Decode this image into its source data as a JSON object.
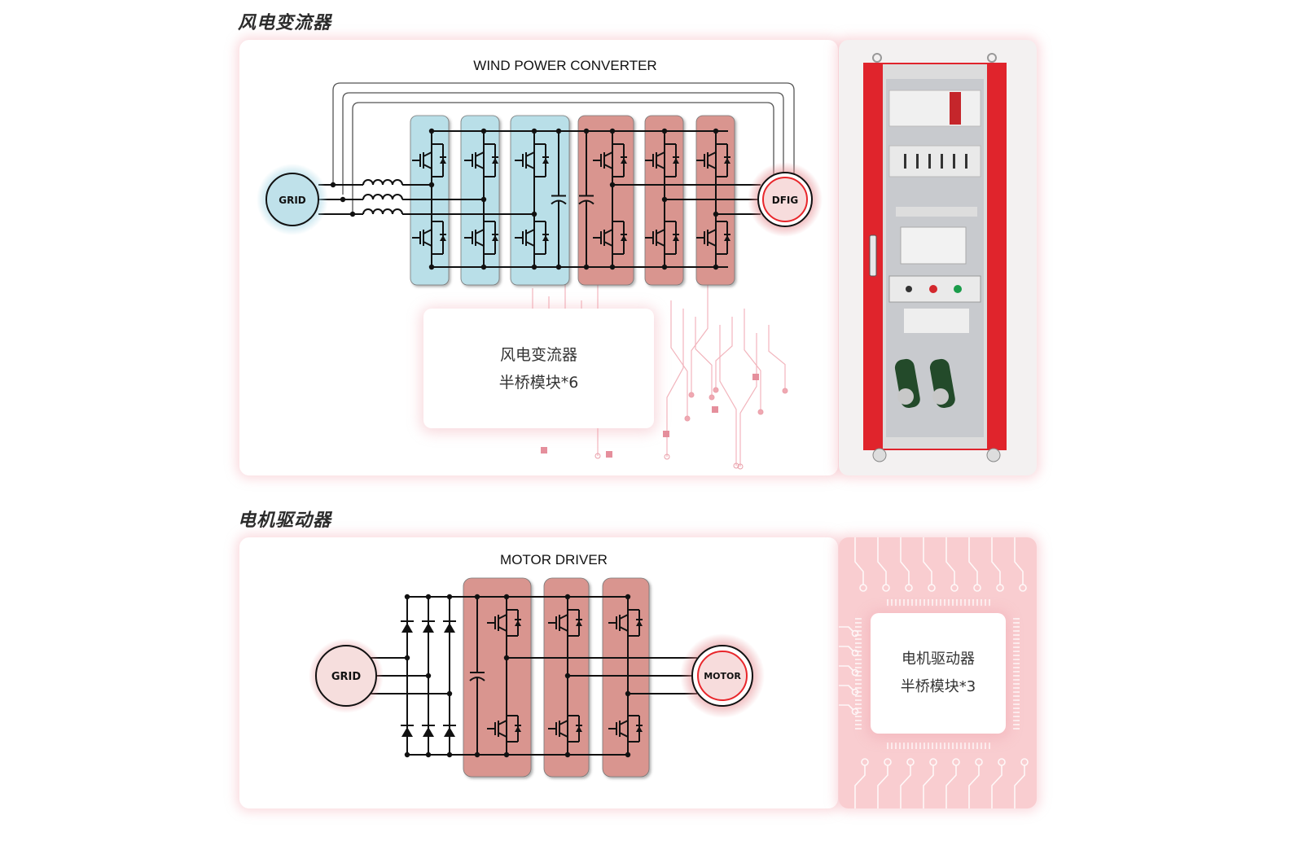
{
  "sections": [
    {
      "heading": "风电变流器",
      "diagram": {
        "title": "WIND POWER CONVERTER",
        "source_label": "GRID",
        "load_label": "DFIG",
        "modules": [
          {
            "group": "grid-side",
            "color": "#b9dfe8"
          },
          {
            "group": "grid-side",
            "color": "#b9dfe8"
          },
          {
            "group": "grid-side",
            "color": "#b9dfe8"
          },
          {
            "group": "machine-side",
            "color": "#d9958f"
          },
          {
            "group": "machine-side",
            "color": "#d9958f"
          },
          {
            "group": "machine-side",
            "color": "#d9958f"
          }
        ]
      },
      "info": {
        "line1": "风电变流器",
        "line2": "半桥模块*6"
      },
      "side_panel": {
        "type": "cabinet-photo"
      }
    },
    {
      "heading": "电机驱动器",
      "diagram": {
        "title": "MOTOR DRIVER",
        "source_label": "GRID",
        "load_label": "MOTOR",
        "modules": [
          {
            "group": "inverter",
            "color": "#d9958f"
          },
          {
            "group": "inverter",
            "color": "#d9958f"
          },
          {
            "group": "inverter",
            "color": "#d9958f"
          }
        ]
      },
      "info": {
        "line1": "电机驱动器",
        "line2": "半桥模块*3"
      },
      "side_panel": {
        "type": "circuit-board-pattern"
      }
    }
  ],
  "colors": {
    "blue_module": "#b9dfe8",
    "red_module": "#d9958f",
    "accent_red": "#e8262b",
    "cabinet_red": "#e0242c"
  }
}
